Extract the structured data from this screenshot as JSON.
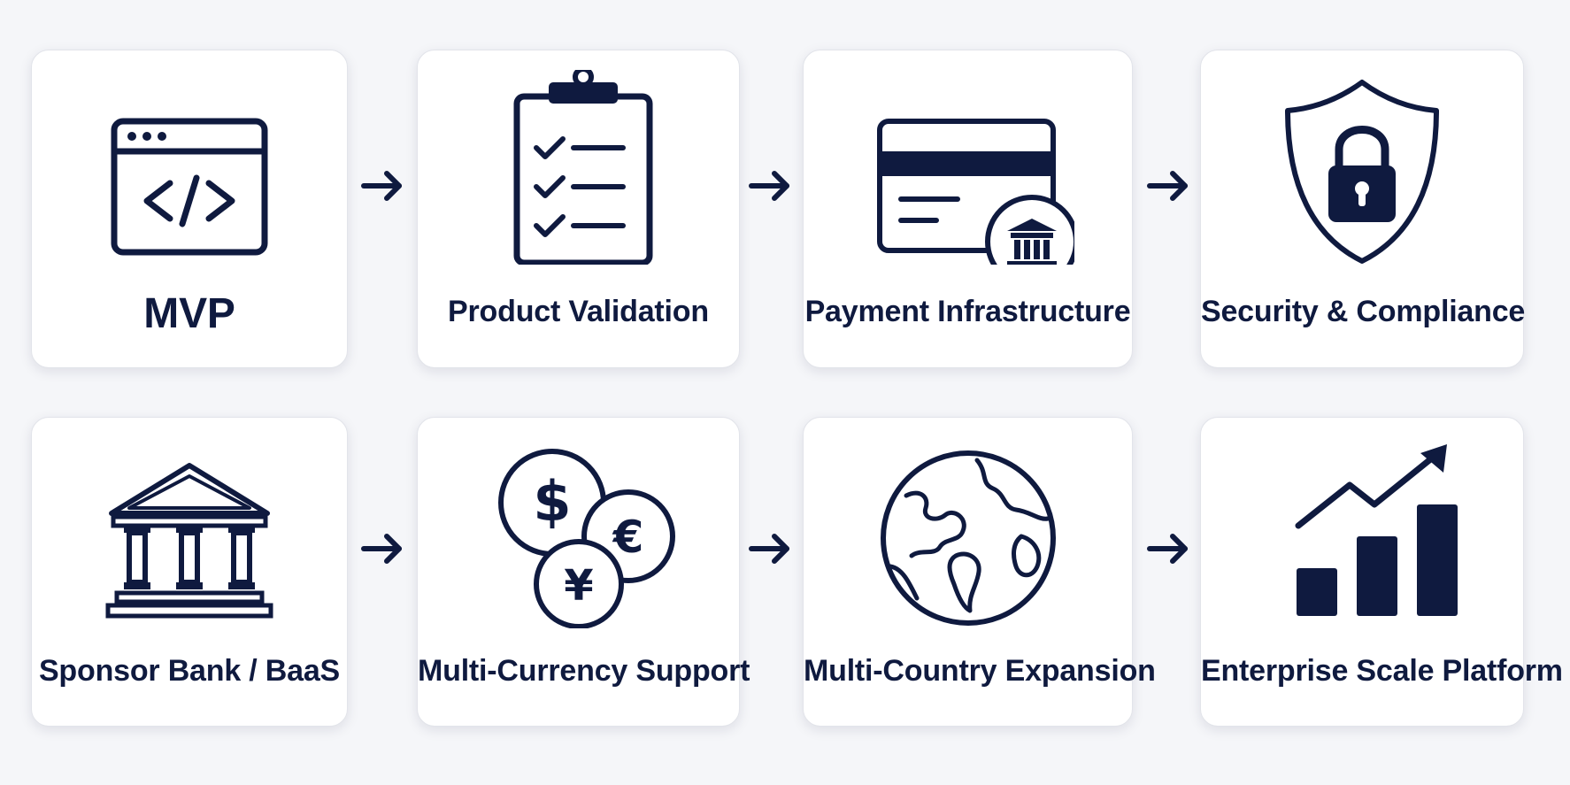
{
  "colors": {
    "ink": "#0f1a3f",
    "card": "#ffffff",
    "background": "#f5f6f9"
  },
  "steps": [
    {
      "label": "MVP",
      "icon": "code-window-icon"
    },
    {
      "label": "Product Validation",
      "icon": "clipboard-checklist-icon"
    },
    {
      "label": "Payment Infrastructure",
      "icon": "card-bank-icon"
    },
    {
      "label": "Security & Compliance",
      "icon": "shield-lock-icon"
    },
    {
      "label": "Sponsor Bank / BaaS",
      "icon": "bank-building-icon"
    },
    {
      "label": "Multi-Currency Support",
      "icon": "currency-coins-icon"
    },
    {
      "label": "Multi-Country Expansion",
      "icon": "globe-icon"
    },
    {
      "label": "Enterprise Scale Platform",
      "icon": "growth-chart-icon"
    }
  ],
  "connectors": [
    {
      "icon": "arrow-right-icon"
    },
    {
      "icon": "arrow-right-icon"
    },
    {
      "icon": "arrow-right-icon"
    },
    {
      "icon": "arrow-right-icon"
    },
    {
      "icon": "arrow-right-icon"
    },
    {
      "icon": "arrow-right-icon"
    }
  ]
}
